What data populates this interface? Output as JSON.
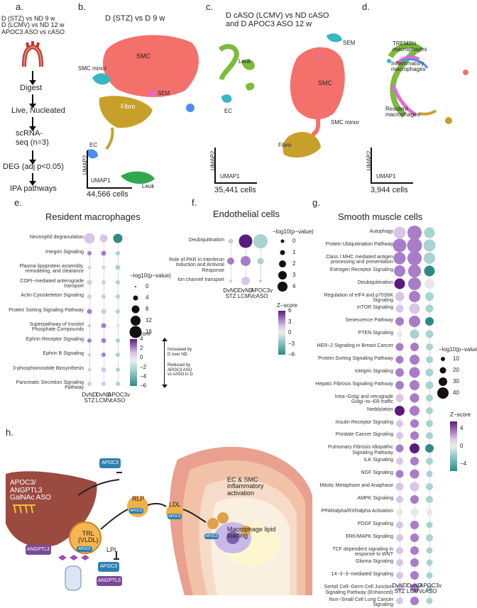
{
  "panel_labels": [
    "a.",
    "b.",
    "c.",
    "d.",
    "e.",
    "f.",
    "g.",
    "h."
  ],
  "panel_a": {
    "design": [
      "D (STZ) vs ND 9 w",
      "D (LCMV) vs ND 12 w",
      "APOC3 ASO vs cASO"
    ],
    "steps": [
      "Digest",
      "Live, Nucleated",
      "scRNA-",
      "seq (n=3)",
      "DEG (adj p<0.05)",
      "IPA pathways"
    ]
  },
  "panel_b": {
    "title": "D (STZ) vs D 9 w",
    "clusters": [
      "SMC",
      "SMC minor",
      "SEM",
      "Fibro",
      "EC",
      "Leuk"
    ],
    "x_axis": "UMAP1",
    "y_axis": "UMAP2",
    "cells": "44,566 cells"
  },
  "panel_c": {
    "title_line1": "D cASO (LCMV) vs ND cASO",
    "title_line2": "and D APOC3 ASO 12 w",
    "clusters": [
      "SEM",
      "Leuk",
      "SMC",
      "EC",
      "SMC minor",
      "Fibro"
    ],
    "x_axis": "UMAP1",
    "y_axis": "UMAP2",
    "cells": "35,441 cells"
  },
  "panel_d": {
    "clusters": [
      "TREM2hi",
      "macrophages",
      "Inflammatory",
      "macrophages",
      "Resident",
      "macrophages"
    ],
    "superscript": "hi",
    "x_axis": "UMAP1",
    "y_axis": "UMAP2",
    "cells": "3,944 cells"
  },
  "panel_e": {
    "title": "Resident macrophages",
    "rows": [
      "Neutrophil degranulation",
      "Integrin Signaling",
      "Plasma lipoprotein assembly, remodeling, and clearance",
      "COPI−mediated anterograde transport",
      "Actin Cytoskeleton Signaling",
      "Protein Sorting Signaling Pathway",
      "Superpathway of Inositol Phosphate Compounds",
      "Ephrin Receptor Signaling",
      "Ephrin B Signaling",
      "3-phosphoinositide Biosynthesis",
      "Pancreatic Secretion Signaling Pathway"
    ],
    "columns": [
      "DvND STZ",
      "DvND LCMV",
      "APOC3v cASO"
    ],
    "size_legend_title": "−log10(p−value)",
    "size_legend": [
      "0",
      "4",
      "8",
      "12",
      "16"
    ],
    "color_legend_title": "Z−score",
    "color_legend": [
      "4",
      "2",
      "0",
      "−2",
      "−4",
      "−6"
    ],
    "annotation_up": "Increased by D over ND",
    "annotation_down": "Reduced by APOC3 ASO vs cASO in D"
  },
  "panel_f": {
    "title": "Endothelial cells",
    "rows": [
      "Deubiquitination",
      "Role of PKR in Interferon Induction and Antiviral Response",
      "Ion channel transport"
    ],
    "columns": [
      "DvND STZ",
      "DvND LCMV",
      "APOC3v cASO"
    ],
    "size_legend_title": "−log10(p−value)",
    "size_legend": [
      "0",
      "1",
      "2",
      "3",
      "4"
    ],
    "color_legend_title": "Z−score",
    "color_legend": [
      "6",
      "3",
      "0",
      "−3",
      "−6"
    ]
  },
  "panel_g": {
    "title": "Smooth muscle cells",
    "rows": [
      "Autophagy",
      "Protein Ubiquitination Pathway",
      "Class I MHC mediated antigen processing and presentation",
      "Estrogen Receptor Signaling",
      "Deubiquitination",
      "Regulation of eIF4 and p70S6K Signaling",
      "mTOR Signaling",
      "Senescence Pathway",
      "PTEN Signaling",
      "HER−2 Signaling in Breast Cancer",
      "Protein Sorting Signaling Pathway",
      "Integrin Signaling",
      "Hepatic Fibrosis Signaling Pathway",
      "Intra−Golgi and retrograde Golgi−to−ER traffic",
      "Neddylation",
      "Insulin Receptor Signaling",
      "Prostate Cancer Signaling",
      "Pulmonary Fibrosis Idiopathic Signaling Pathway",
      "ILK Signaling",
      "NGF Signaling",
      "Mitotic Metaphase and Anaphase",
      "AMPK Signaling",
      "PPARalpha/RXRalpha Activation",
      "PDGF Signaling",
      "ERK/MAPK Signaling",
      "TCF dependent signaling in response to WNT",
      "Glioma Signaling",
      "14−3−3−mediated Signaling",
      "Sertoli Cell−Germ Cell Junction Signaling Pathway (Enhanced)",
      "Non−Small Cell Lung Cancer Signaling"
    ],
    "columns": [
      "DvND STZ",
      "DvND LCMV",
      "APOC3v cASO"
    ],
    "size_legend_title": "−log10(p−value)",
    "size_legend": [
      "10",
      "20",
      "30",
      "40"
    ],
    "color_legend_title": "Z−score",
    "color_legend": [
      "4",
      "0",
      "−4"
    ]
  },
  "panel_h": {
    "labels": [
      "APOC3/",
      "ANGPTL3",
      "GalNAc ASO",
      "APOC3",
      "RLP",
      "LDL",
      "TRL",
      "(VLDL)",
      "LPL",
      "ANGPTL3",
      "APOC3",
      "ANGPTL3",
      "EC & SMC",
      "inflammatory",
      "activation",
      "Macrophage lipid",
      "loading",
      "APOC3",
      "APOC3",
      "APOC3",
      "APOC3"
    ]
  },
  "colors": {
    "purple_dark": "#5a1b7d",
    "purple_mid": "#a87cc9",
    "purple_light": "#d9c6e6",
    "neutral": "#e8e8e8",
    "teal_light": "#a8d3cf",
    "teal_dark": "#2f8a87",
    "smc": "#f4706b",
    "fibro": "#c7a02a",
    "leuk": "#7dbb3b",
    "ec": "#4a8ff0",
    "smc_minor": "#35b7c4",
    "sem": "#e06ad8",
    "apoc3_box": "#2f7fb0",
    "angptl3_box": "#7a4a99",
    "liver": "#9b4a40"
  }
}
